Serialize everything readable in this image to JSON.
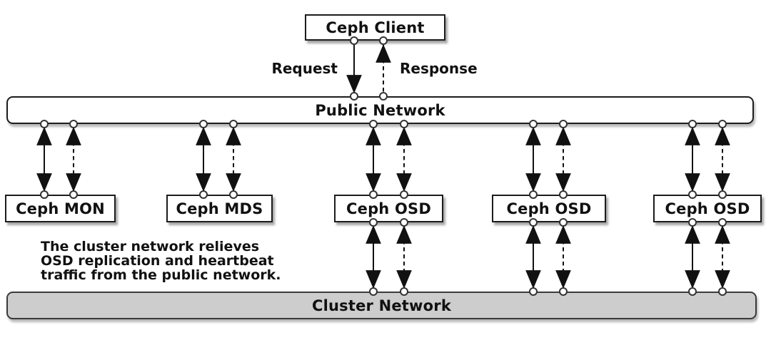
{
  "client": {
    "label": "Ceph Client"
  },
  "flow_labels": {
    "request": "Request",
    "response": "Response"
  },
  "public_network": {
    "label": "Public Network"
  },
  "nodes": [
    {
      "label": "Ceph MON"
    },
    {
      "label": "Ceph MDS"
    },
    {
      "label": "Ceph OSD"
    },
    {
      "label": "Ceph OSD"
    },
    {
      "label": "Ceph OSD"
    }
  ],
  "annotation": {
    "lines": [
      "The cluster network relieves",
      "OSD replication and heartbeat",
      "traffic from the public network."
    ]
  },
  "cluster_network": {
    "label": "Cluster Network"
  },
  "colors": {
    "box_fill": "#ffffff",
    "box_border": "#1c1c1c",
    "cluster_fill": "#cdcdcd",
    "line": "#111111",
    "text": "#111111"
  }
}
